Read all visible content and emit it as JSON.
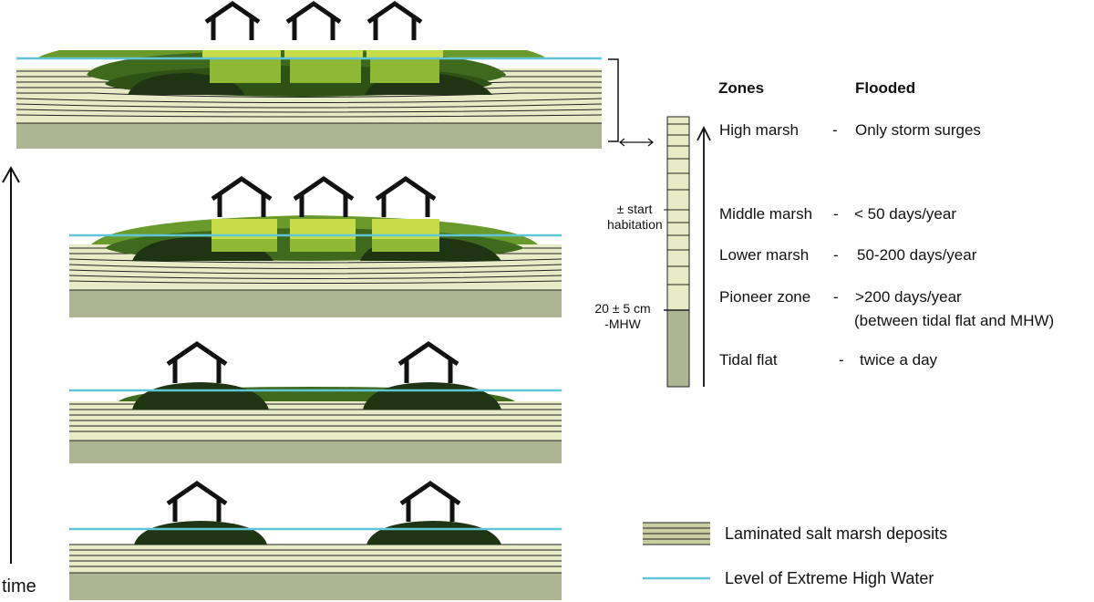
{
  "time_label": "time",
  "zones_header": "Zones",
  "flooded_header": "Flooded",
  "zones": [
    {
      "name": "High marsh",
      "dash": "-",
      "flooded": "Only storm surges"
    },
    {
      "name": "Middle marsh",
      "dash": "-",
      "flooded": "< 50 days/year"
    },
    {
      "name": "Lower marsh",
      "dash": "-",
      "flooded": "50-200 days/year"
    },
    {
      "name": "Pioneer zone",
      "dash": "-",
      "flooded": ">200 days/year",
      "note": "(between tidal flat and MHW)"
    },
    {
      "name": "Tidal flat",
      "dash": "-",
      "flooded": "twice a day"
    }
  ],
  "column_labels": {
    "start_line1": "± start",
    "start_line2": "habitation",
    "mhw_line1": "20 ± 5 cm",
    "mhw_line2": "-MHW"
  },
  "legend": {
    "deposits": "Laminated salt marsh deposits",
    "water": "Level of Extreme High Water"
  },
  "colors": {
    "sediment_light": "#e8ecc6",
    "sediment_base": "#aeb592",
    "water_line": "#5fc6d8",
    "mound_dark": "#1f3413",
    "marsh_mid": "#4e7d22",
    "marsh_bright": "#78a62e",
    "marsh_yellow": "#b8d23c"
  }
}
